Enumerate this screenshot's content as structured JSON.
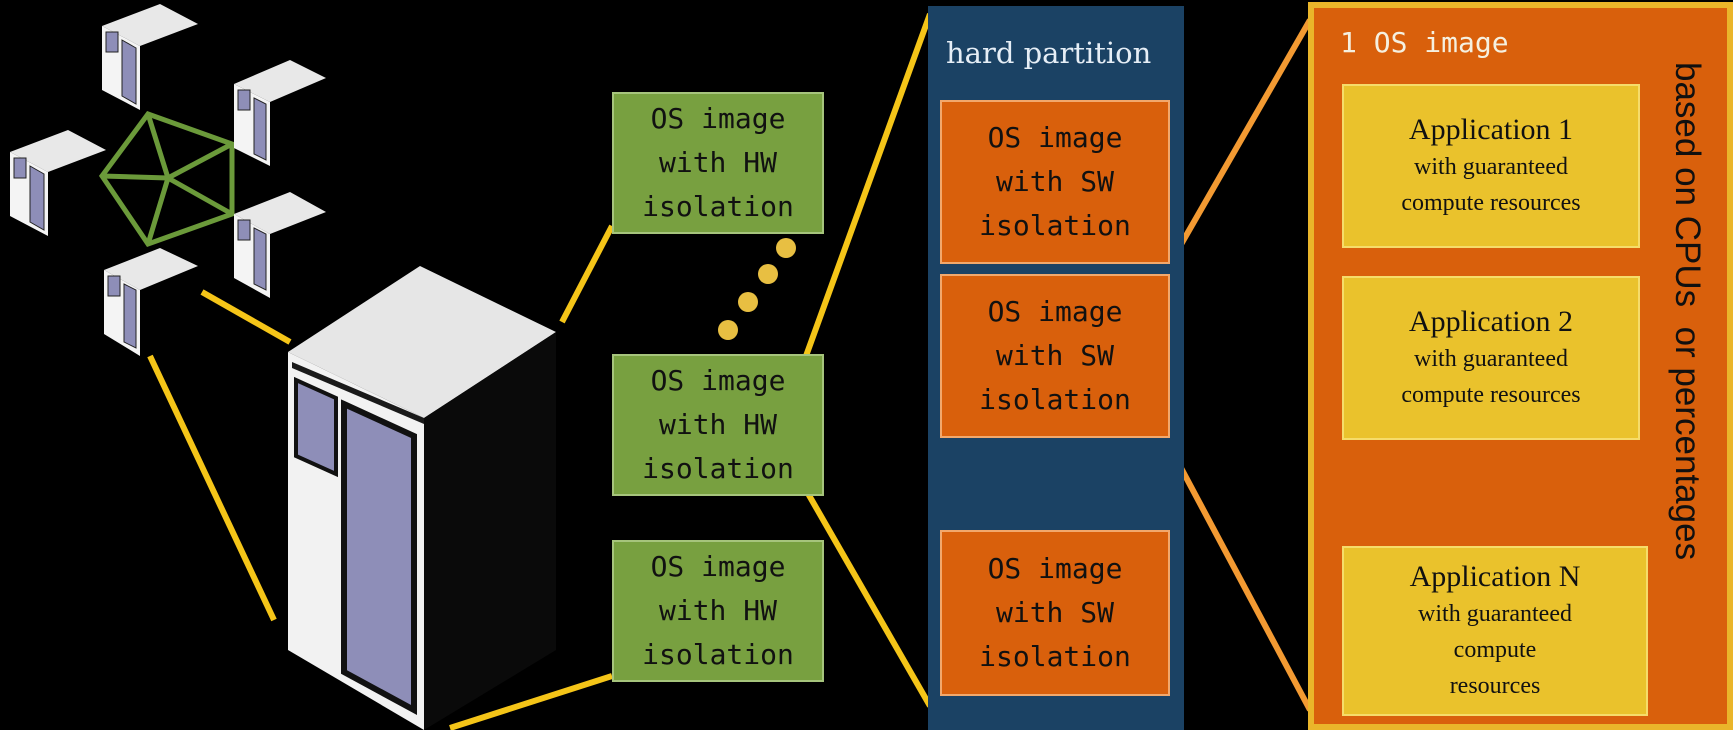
{
  "hw_isolated_images": [
    {
      "lines": [
        "OS image",
        "with HW",
        "isolation"
      ]
    },
    {
      "lines": [
        "OS image",
        "with HW",
        "isolation"
      ]
    },
    {
      "lines": [
        "OS image",
        "with HW",
        "isolation"
      ]
    }
  ],
  "hard_partition": {
    "title": "hard partition",
    "images": [
      {
        "lines": [
          "OS image",
          "with SW",
          "isolation"
        ]
      },
      {
        "lines": [
          "OS image",
          "with SW",
          "isolation"
        ]
      },
      {
        "lines": [
          "OS image",
          "with SW",
          "isolation"
        ]
      }
    ]
  },
  "os_image_detail": {
    "title": "1 OS image",
    "side_label": "based on CPUs  or percentages",
    "applications": [
      {
        "name": "Application 1",
        "desc": [
          "with guaranteed",
          "compute resources"
        ]
      },
      {
        "name": "Application 2",
        "desc": [
          "with guaranteed",
          "compute resources"
        ]
      },
      {
        "name": "Application N",
        "desc": [
          "with guaranteed",
          "compute",
          "resources"
        ]
      }
    ]
  },
  "colors": {
    "background": "#000000",
    "hw_box": "#78a040",
    "sw_box": "#d9600c",
    "hard_partition_panel": "#1b4264",
    "app_box": "#eac22c",
    "connector_yellow": "#f5c518",
    "connector_orange": "#f39a32",
    "cluster_links": "#6b9a3a",
    "dots": "#e8bf42",
    "server_top": "#e8e8e8",
    "server_door": "#8e8eb8"
  },
  "icons": [
    "server-tower-icon",
    "cluster-server-icon",
    "continuation-dots"
  ]
}
